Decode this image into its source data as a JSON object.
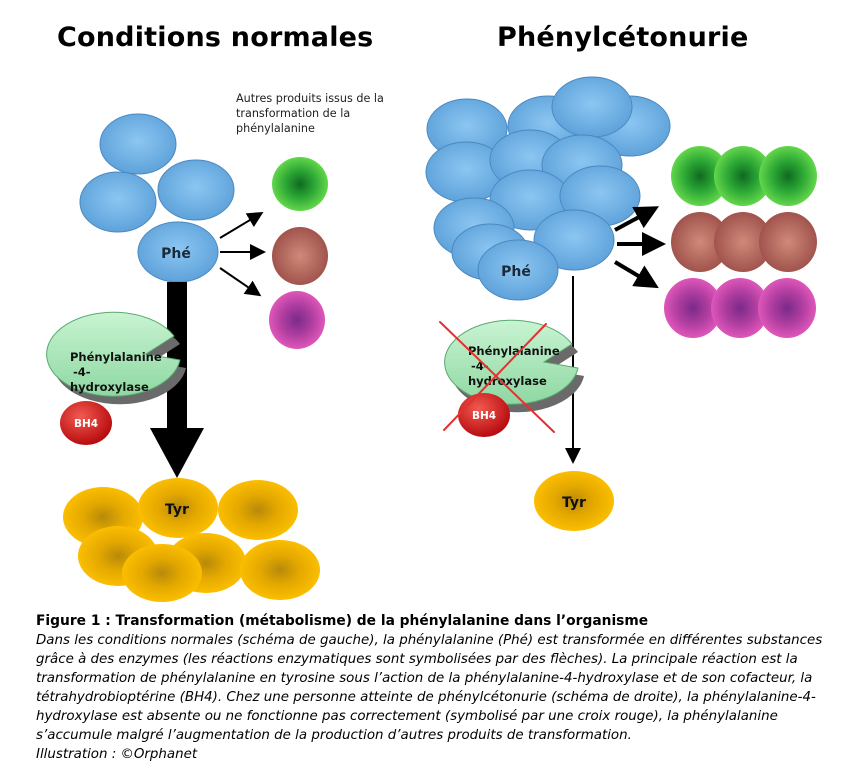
{
  "diagram": {
    "left_title": "Conditions normales",
    "right_title": "Phénylcétonurie",
    "other_products_note": "Autres produits issus de la transformation de la phénylalanine",
    "phe_label": "Phé",
    "tyr_label": "Tyr",
    "enzyme_label": [
      "Phénylalanine",
      "-4-",
      "hydroxylase"
    ],
    "cofactor_label": "BH4"
  },
  "caption": {
    "title": "Figure 1 : Transformation (métabolisme) de la phénylalanine dans l’organisme",
    "body": "Dans les conditions normales (schéma de gauche), la phénylalanine (Phé) est transformée en différentes substances grâce à des enzymes (les réactions enzymatiques sont symbolisées par des flèches). La principale réaction est la transformation de phénylalanine en tyrosine sous l’action de la phénylalanine-4-hydroxylase et de son cofacteur, la tétrahydrobioptérine (BH4). Chez une personne atteinte de phénylcétonurie (schéma de droite), la phénylalanine-4-hydroxylase est absente ou ne fonctionne pas correctement (symbolisé par une croix rouge), la phénylalanine s’accumule malgré l’augmentation de la production d’autres produits de transformation.",
    "credit": "Illustration : ©Orphanet"
  },
  "colors": {
    "phe_blue": "#6aaee6",
    "tyr_yellow": "#f5b800",
    "green_product": "#3bbf2a",
    "brown_product": "#b0605a",
    "magenta_product": "#c54aa8",
    "enzyme_green": "#a8e8b8",
    "cofactor_red": "#d4161a",
    "cross_red": "#e53030"
  }
}
